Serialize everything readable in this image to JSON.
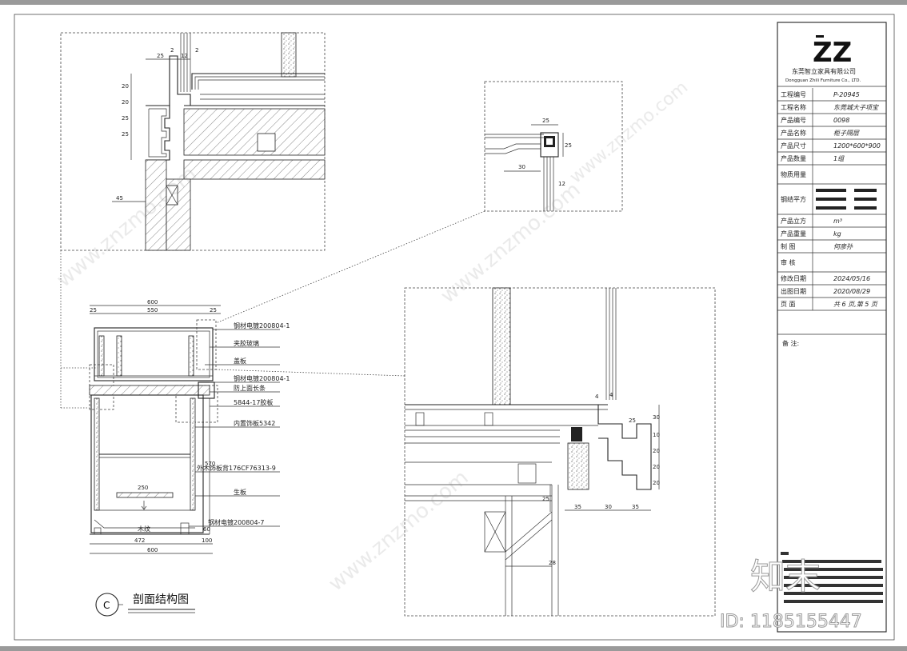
{
  "title_block": {
    "logo": "ZZ",
    "company_cn": "东莞智立家具有限公司",
    "company_en": "Dongguan Zhili Furniture Co., LTD.",
    "rows": [
      {
        "label": "工程编号",
        "value": "P-20945"
      },
      {
        "label": "工程名称",
        "value": "东莞城大子项宝"
      },
      {
        "label": "产品编号",
        "value": "0098"
      },
      {
        "label": "产品名称",
        "value": "柜子隔层"
      },
      {
        "label": "产品尺寸",
        "value": "1200*600*900"
      },
      {
        "label": "产品数量",
        "value": "1组"
      },
      {
        "label": "物质用量",
        "value": ""
      },
      {
        "label": "钢结平方",
        "value": ""
      },
      {
        "label": "产品立方",
        "value": "m³"
      },
      {
        "label": "产品重量",
        "value": "kg"
      },
      {
        "label": "制    图",
        "value": "何彦孙"
      },
      {
        "label": "审    核",
        "value": ""
      },
      {
        "label": "修改日期",
        "value": "2024/05/16"
      },
      {
        "label": "出图日期",
        "value": "2020/08/29"
      },
      {
        "label": "页    面",
        "value": "共 6 页,第 5 页"
      }
    ],
    "notes_label": "备  注:"
  },
  "section": {
    "circle_label": "C",
    "title": "剖面结构图"
  },
  "annotations": [
    "钢材电镀200804-1",
    "夹胶玻璃",
    "盖板",
    "钢材电镀200804-1",
    "防上面长条",
    "5844-17胶板",
    "内置饰板5342",
    "外木饰板背176CF76313-9",
    "生板",
    "钢材电镀200804-7"
  ],
  "small_labels": {
    "bottom_note": "木纹"
  },
  "dimensions": {
    "top_width": "600",
    "inner_width": "550",
    "left_gap": "25",
    "right_gap": "25",
    "height": "570",
    "inner_box": "250",
    "bottom_left": "472",
    "bottom_right": "100",
    "total_bottom": "600",
    "foot": "60",
    "d1_top": "25",
    "d1_a": "2",
    "d1_b": "12",
    "d1_c": "2",
    "d1_v1": "20",
    "d1_v2": "20",
    "d1_v3": "25",
    "d1_v4": "25",
    "d1_side": "45",
    "d2_top": "25",
    "d2_right": "25",
    "d2_bottom": "30",
    "d2_side": "12",
    "d3_top": "25",
    "d3_v1": "30",
    "d3_v2": "10",
    "d3_v3": "20",
    "d3_v4": "20",
    "d3_v5": "20",
    "d3_b1": "35",
    "d3_b2": "30",
    "d3_b3": "35",
    "d3_left": "25",
    "d3_lower": "28",
    "d3_small": "4"
  },
  "watermark": {
    "brand": "知末",
    "id_text": "ID: 1185155447",
    "site": "www.znzmo.com"
  }
}
